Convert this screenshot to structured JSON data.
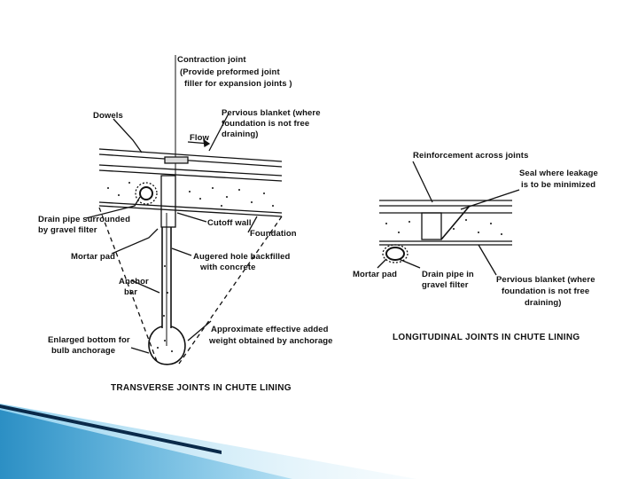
{
  "left_figure": {
    "labels": {
      "contraction_joint": "Contraction joint",
      "preformed_line1": "(Provide preformed joint",
      "preformed_line2": "filler for expansion joints )",
      "dowels": "Dowels",
      "pervious_line1": "Pervious blanket (where",
      "pervious_line2": "foundation is not free",
      "pervious_line3": "draining)",
      "flow": "Flow",
      "drain_line1": "Drain pipe surrounded",
      "drain_line2": "by gravel filter",
      "cutoff_wall": "Cutoff wall",
      "foundation": "Foundation",
      "mortar_pad": "Mortar pad",
      "augered_line1": "Augered hole backfilled",
      "augered_line2": "with concrete",
      "anchor_line1": "Anchor",
      "anchor_line2": "bar",
      "approx_line1": "Approximate effective added",
      "approx_line2": "weight obtained by anchorage",
      "enlarged_line1": "Enlarged bottom for",
      "enlarged_line2": "bulb anchorage"
    },
    "caption": "TRANSVERSE JOINTS IN CHUTE LINING"
  },
  "right_figure": {
    "labels": {
      "reinforcement": "Reinforcement across joints",
      "seal_line1": "Seal where leakage",
      "seal_line2": "is to be minimized",
      "mortar_pad": "Mortar pad",
      "drain_line1": "Drain pipe in",
      "drain_line2": "gravel filter",
      "pervious_line1": "Pervious blanket (where",
      "pervious_line2": "foundation is not free",
      "pervious_line3": "draining)"
    },
    "caption": "LONGITUDINAL JOINTS IN CHUTE LINING"
  },
  "colors": {
    "ink": "#111111",
    "stripe_dark": "#0a2a4a",
    "stripe_blue": "#2c8fc4",
    "stripe_light": "#8fd0ee"
  }
}
